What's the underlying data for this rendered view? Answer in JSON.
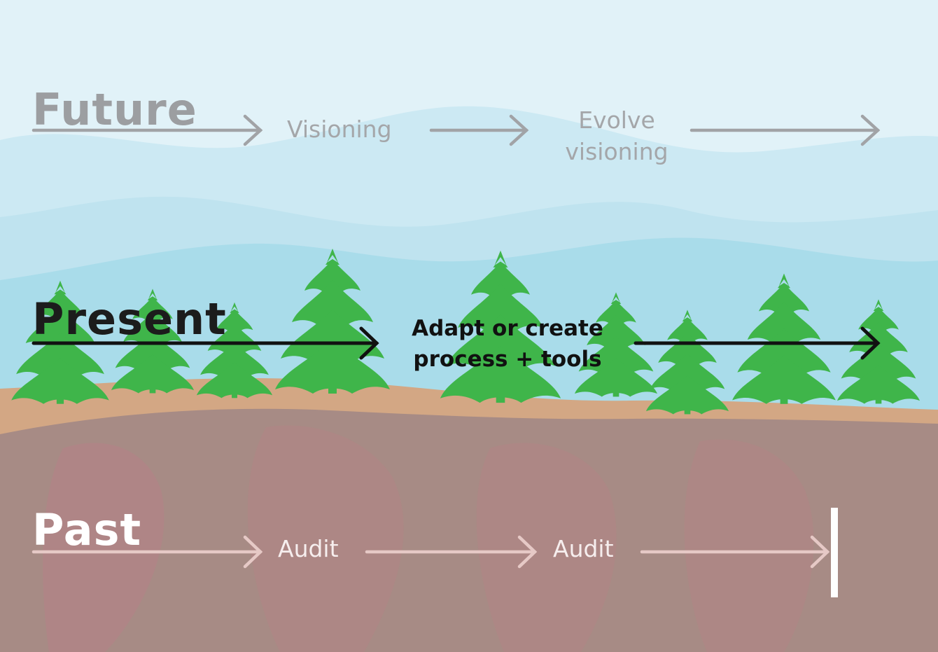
{
  "diagram": {
    "rows": {
      "future": {
        "title": "Future",
        "steps": [
          "Visioning",
          "Evolve visioning"
        ]
      },
      "present": {
        "title": "Present",
        "steps": [
          "Adapt or create process + tools"
        ]
      },
      "past": {
        "title": "Past",
        "steps": [
          "Audit",
          "Audit"
        ]
      }
    },
    "colors": {
      "sky_light": "#e1f2f8",
      "sky_mid": "#c9e9f3",
      "sky_deep": "#a7dceb",
      "ground_top": "#d3a784",
      "earth": "#a78b85",
      "earth_blotch": "#b68286",
      "tree": "#3fb54a",
      "future_text": "#9c9ea1",
      "present_text": "#1c1c1c",
      "past_text": "#ffffff"
    },
    "icons": [
      "pine-tree-icon",
      "arrow-right-icon",
      "end-marker-icon"
    ]
  }
}
